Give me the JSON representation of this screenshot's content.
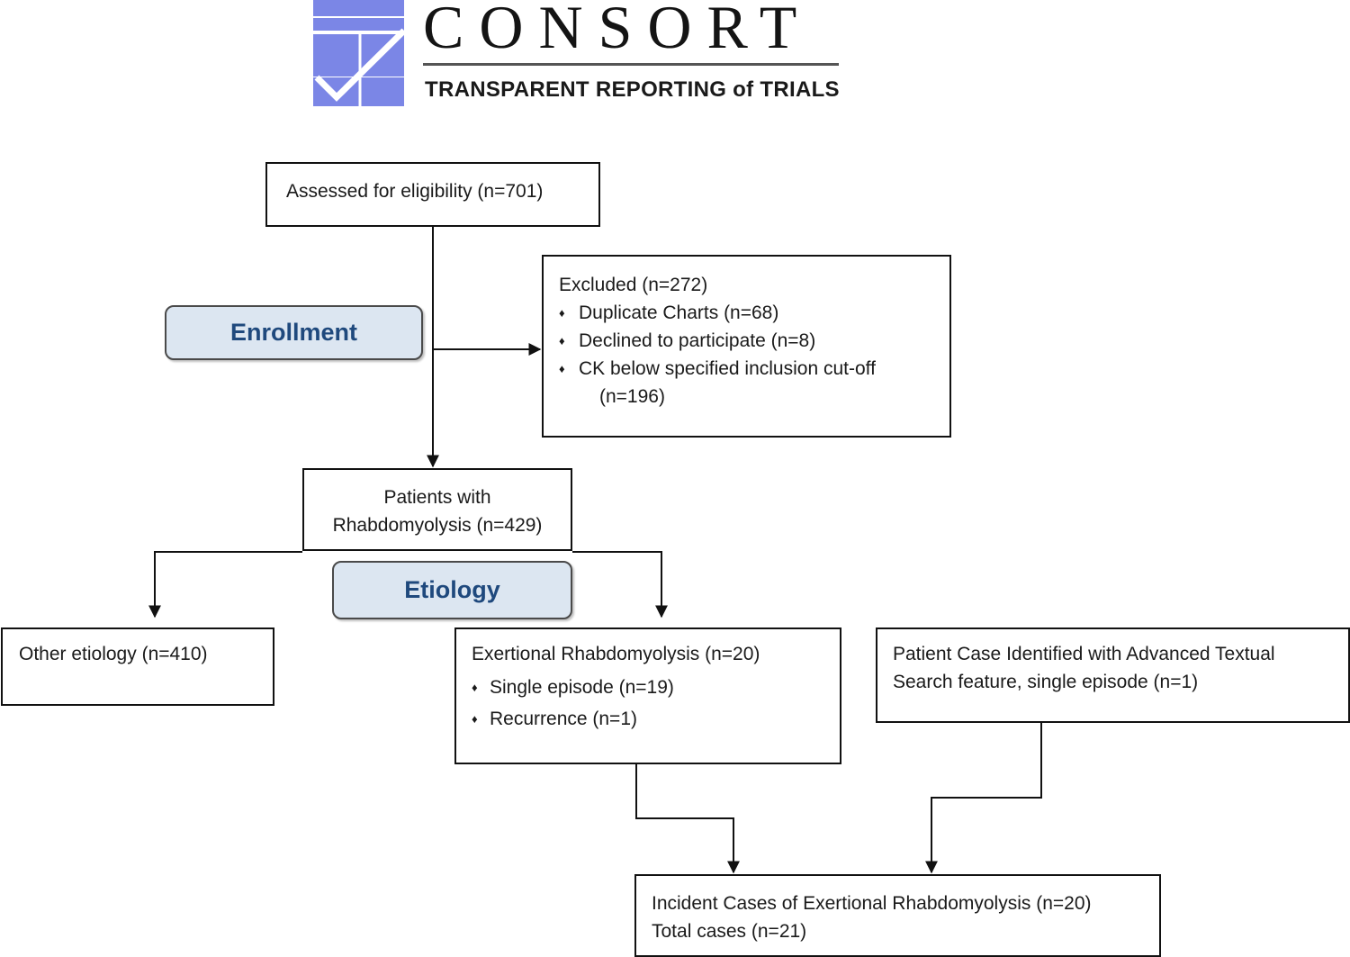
{
  "logo": {
    "wordmark": "CONSORT",
    "tagline": "TRANSPARENT REPORTING of TRIALS",
    "colors": {
      "mark": "#7b86e6",
      "mark_light": "#ffffff"
    }
  },
  "phases": {
    "enrollment": "Enrollment",
    "etiology": "Etiology"
  },
  "boxes": {
    "eligibility": "Assessed for eligibility (n=701)",
    "excluded": {
      "title": "Excluded (n=272)",
      "items": [
        "Duplicate Charts (n=68)",
        "Declined to participate (n=8)",
        "CK below specified inclusion cut-off"
      ],
      "continuation": "(n=196)"
    },
    "patients": {
      "line1": "Patients with",
      "line2": "Rhabdomyolysis (n=429)"
    },
    "other": "Other etiology (n=410)",
    "exertional": {
      "title": "Exertional Rhabdomyolysis (n=20)",
      "items": [
        "Single episode (n=19)",
        "Recurrence (n=1)"
      ]
    },
    "advanced": {
      "line1": "Patient Case Identified with Advanced Textual",
      "line2": "Search feature,  single episode (n=1)"
    },
    "incident": {
      "line1": "Incident Cases of Exertional Rhabdomyolysis (n=20)",
      "line2": "Total cases (n=21)"
    }
  },
  "bullet_glyph": "♦",
  "colors": {
    "phase_fill": "#dce6f1",
    "phase_text": "#1f497d",
    "line": "#111111"
  }
}
